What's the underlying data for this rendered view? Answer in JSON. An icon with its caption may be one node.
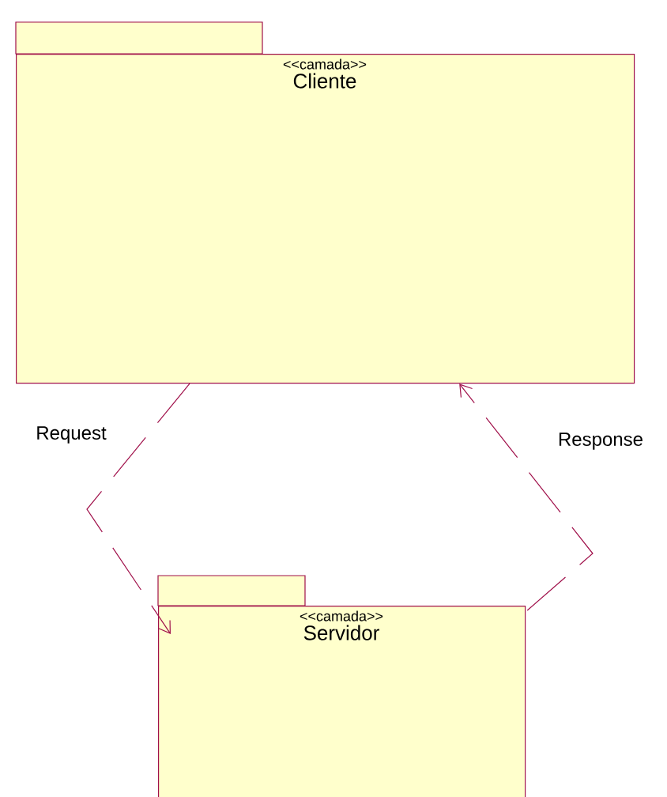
{
  "diagram": {
    "nodes": [
      {
        "text": [
          "<<camada>>",
          "Cliente"
        ]
      },
      {
        "text": [
          "<<camada>>",
          "Servidor"
        ]
      }
    ],
    "edges": [
      {
        "from": 0,
        "to": 1,
        "arrow": "to",
        "label": "Request",
        "style": "dashed"
      },
      {
        "from": 1,
        "to": 0,
        "arrow": "to",
        "label": "Response",
        "style": "dashed"
      }
    ]
  }
}
